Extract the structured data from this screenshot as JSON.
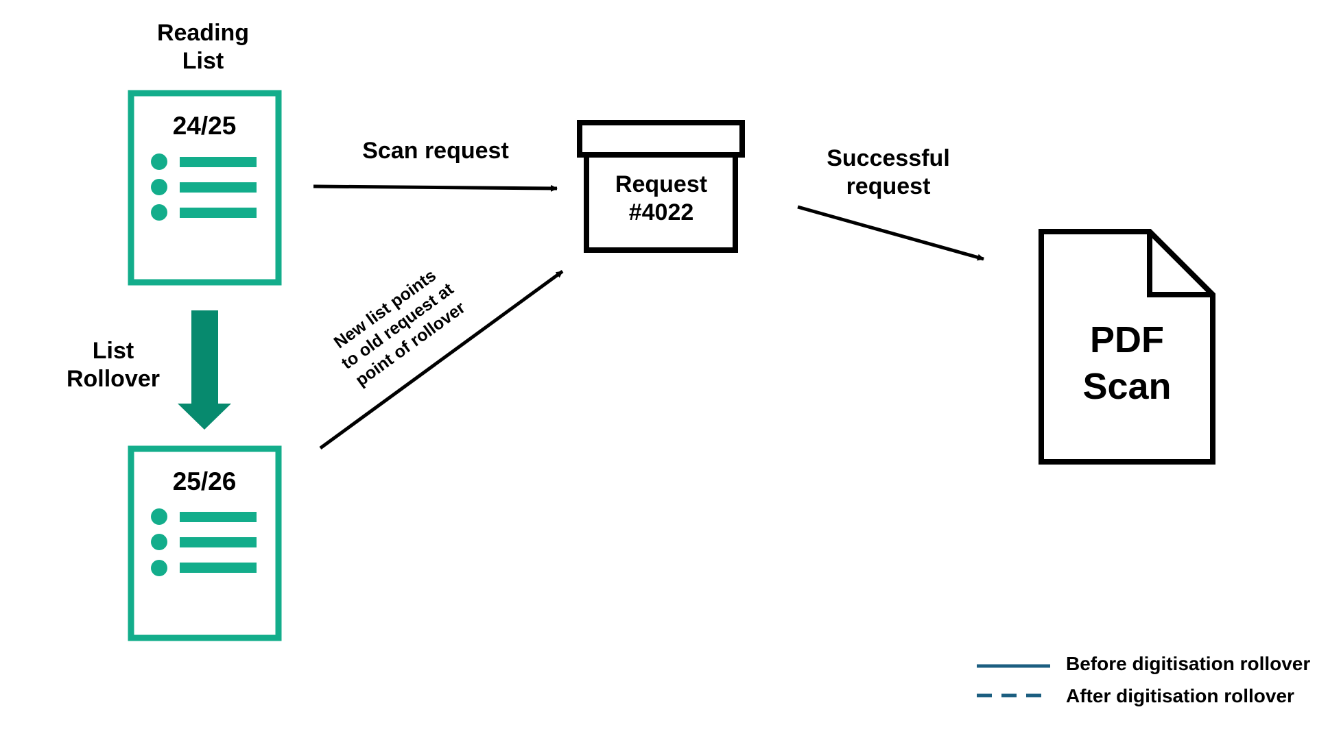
{
  "reading_list": {
    "title_line1": "Reading",
    "title_line2": "List",
    "old_year": "24/25",
    "new_year": "25/26"
  },
  "rollover": {
    "line1": "List",
    "line2": "Rollover"
  },
  "scan_request_label": "Scan request",
  "new_list_note": {
    "line1": "New list points",
    "line2": "to old request at",
    "line3": "point of rollover"
  },
  "request_box": {
    "line1": "Request",
    "line2": "#4022"
  },
  "successful_request": {
    "line1": "Successful",
    "line2": "request"
  },
  "pdf_doc": {
    "line1": "PDF",
    "line2": "Scan"
  },
  "legend": {
    "before_label": "Before digitisation rollover",
    "after_label": "After digitisation rollover"
  },
  "colors": {
    "teal": "#13AD8B",
    "dark_teal": "#078A6E",
    "legend_blue": "#1B5E80",
    "black": "#000000"
  }
}
